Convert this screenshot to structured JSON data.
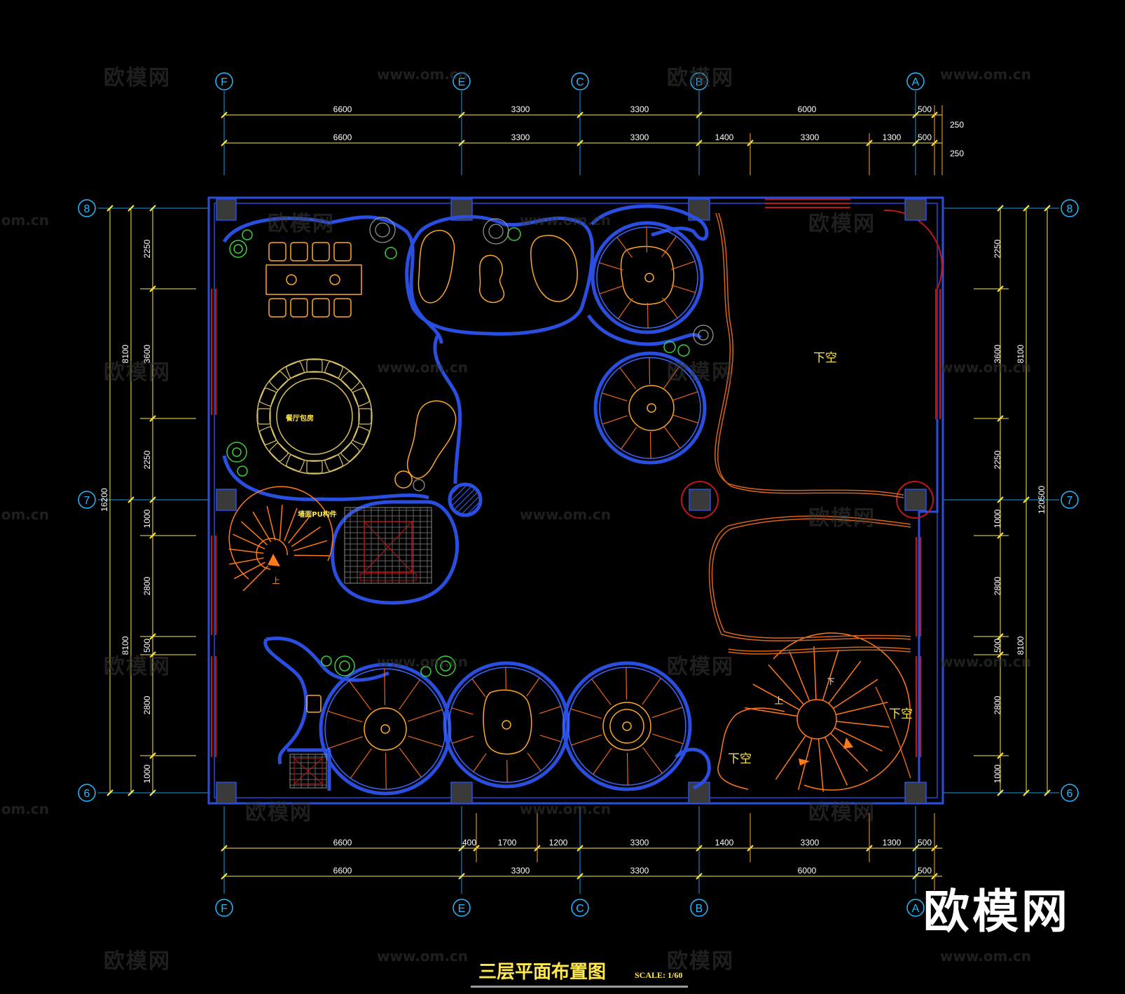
{
  "drawing": {
    "title": "三层平面布置图",
    "scale": "SCALE: 1/60"
  },
  "axes": {
    "columns": [
      "F",
      "E",
      "C",
      "B",
      "A"
    ],
    "rows": [
      "8",
      "7",
      "6"
    ]
  },
  "dims": {
    "top_row1": [
      "6600",
      "3300",
      "3300",
      "6000",
      "500"
    ],
    "top_row2": [
      "6600",
      "3300",
      "3300",
      "1400",
      "3300",
      "1300",
      "500"
    ],
    "top_side": [
      "250",
      "250"
    ],
    "bottom_row1": [
      "6600",
      "400",
      "1700",
      "1200",
      "3300",
      "1400",
      "3300",
      "1300",
      "500"
    ],
    "bottom_row2": [
      "6600",
      "3300",
      "3300",
      "6000",
      "500"
    ],
    "left_inner": [
      "2250",
      "3600",
      "2250",
      "1000",
      "2800",
      "500",
      "2800",
      "1000"
    ],
    "left_mid": [
      "8100",
      "8100"
    ],
    "left_total": "16200",
    "right_inner": [
      "2250",
      "3600",
      "2250",
      "1000",
      "2800",
      "500",
      "2800",
      "1000"
    ],
    "right_mid": [
      "8100",
      "8100"
    ],
    "right_total": "120500"
  },
  "labels": {
    "void_1": "下空",
    "void_2": "下空",
    "void_3": "下空",
    "private_dining": "餐厅包房",
    "feature_wall": "墙面PU构件",
    "up_1": "上",
    "up_2": "上",
    "down_1": "下"
  },
  "watermark": {
    "cn": "欧模网",
    "url": "www.om.cn",
    "brand": "欧模网"
  },
  "colors": {
    "background": "#000000",
    "wall": "#2040c8",
    "wall_light": "#3a68ff",
    "axis": "#2ab8ff",
    "dimension": "#ffe94d",
    "furniture": "#ffa826",
    "stair": "#ff7a1a",
    "window": "#c01818",
    "plant": "#3ccf3c",
    "column": "#3a3a3a"
  }
}
